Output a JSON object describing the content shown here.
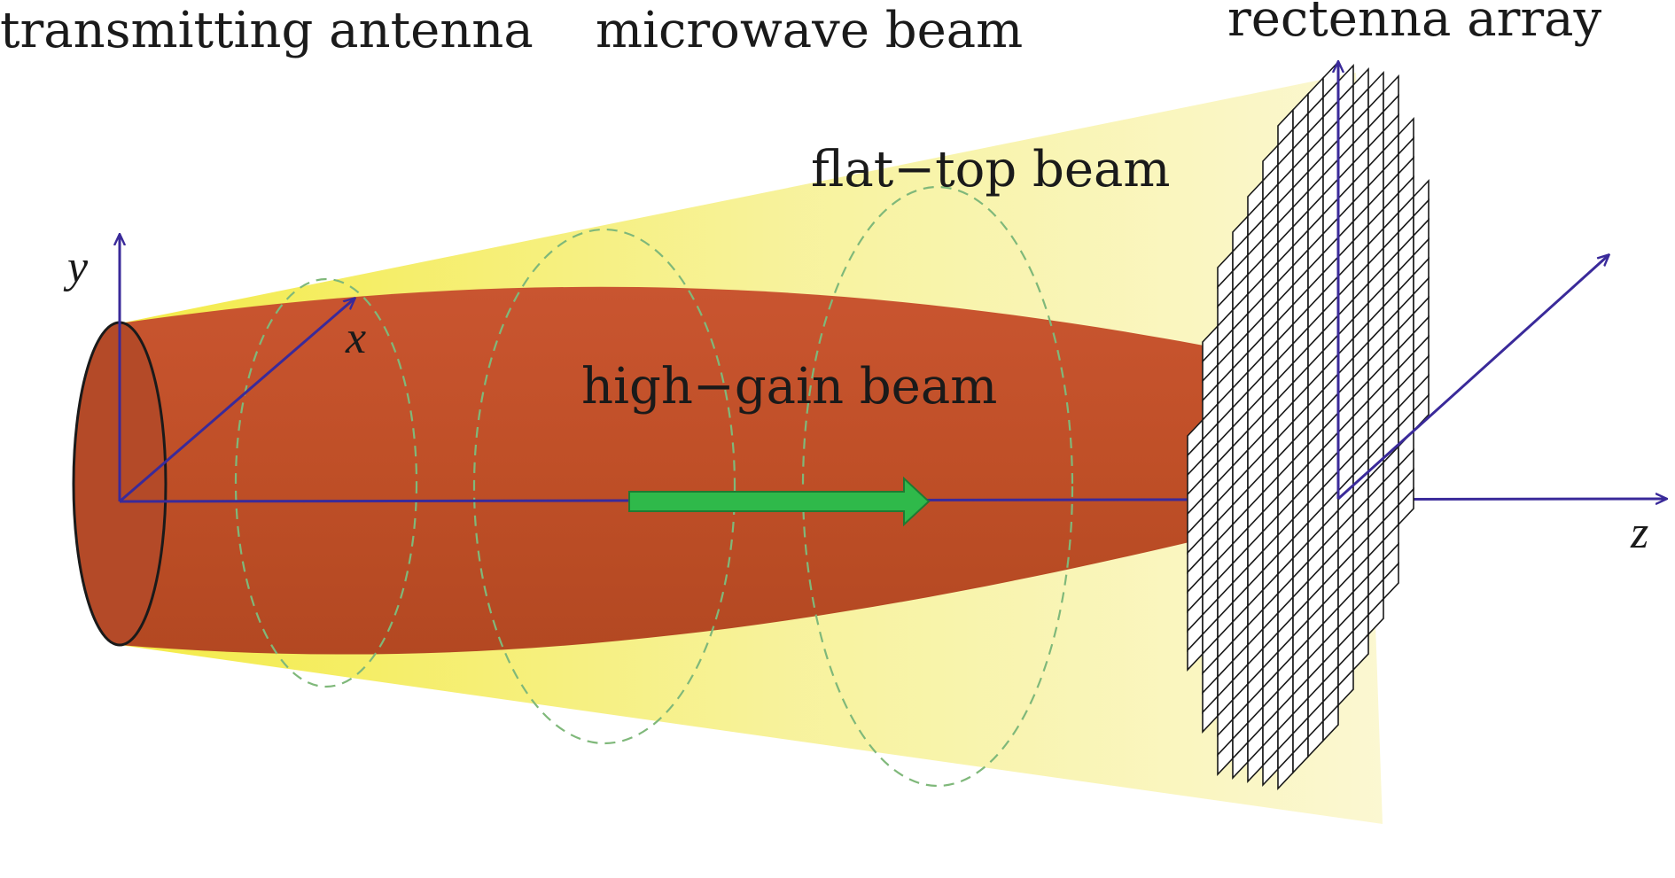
{
  "labels": {
    "transmitting_antenna": "transmitting antenna",
    "microwave_beam": "microwave beam",
    "rectenna_array": "rectenna array",
    "flat_top_beam": "flat−top beam",
    "high_gain_beam": "high−gain beam"
  },
  "axes": {
    "transmitter": {
      "x": "x",
      "y": "y"
    },
    "receiver": {
      "z": "z"
    }
  },
  "colors": {
    "flat_top_beam": "#f5ef6a",
    "high_gain_beam": "#c4512a",
    "axis": "#3a2a9a",
    "propagation_arrow": "#2fb94a",
    "wavefront_dash": "#7fb87a",
    "rectenna_grid": "#1a1a1a"
  }
}
